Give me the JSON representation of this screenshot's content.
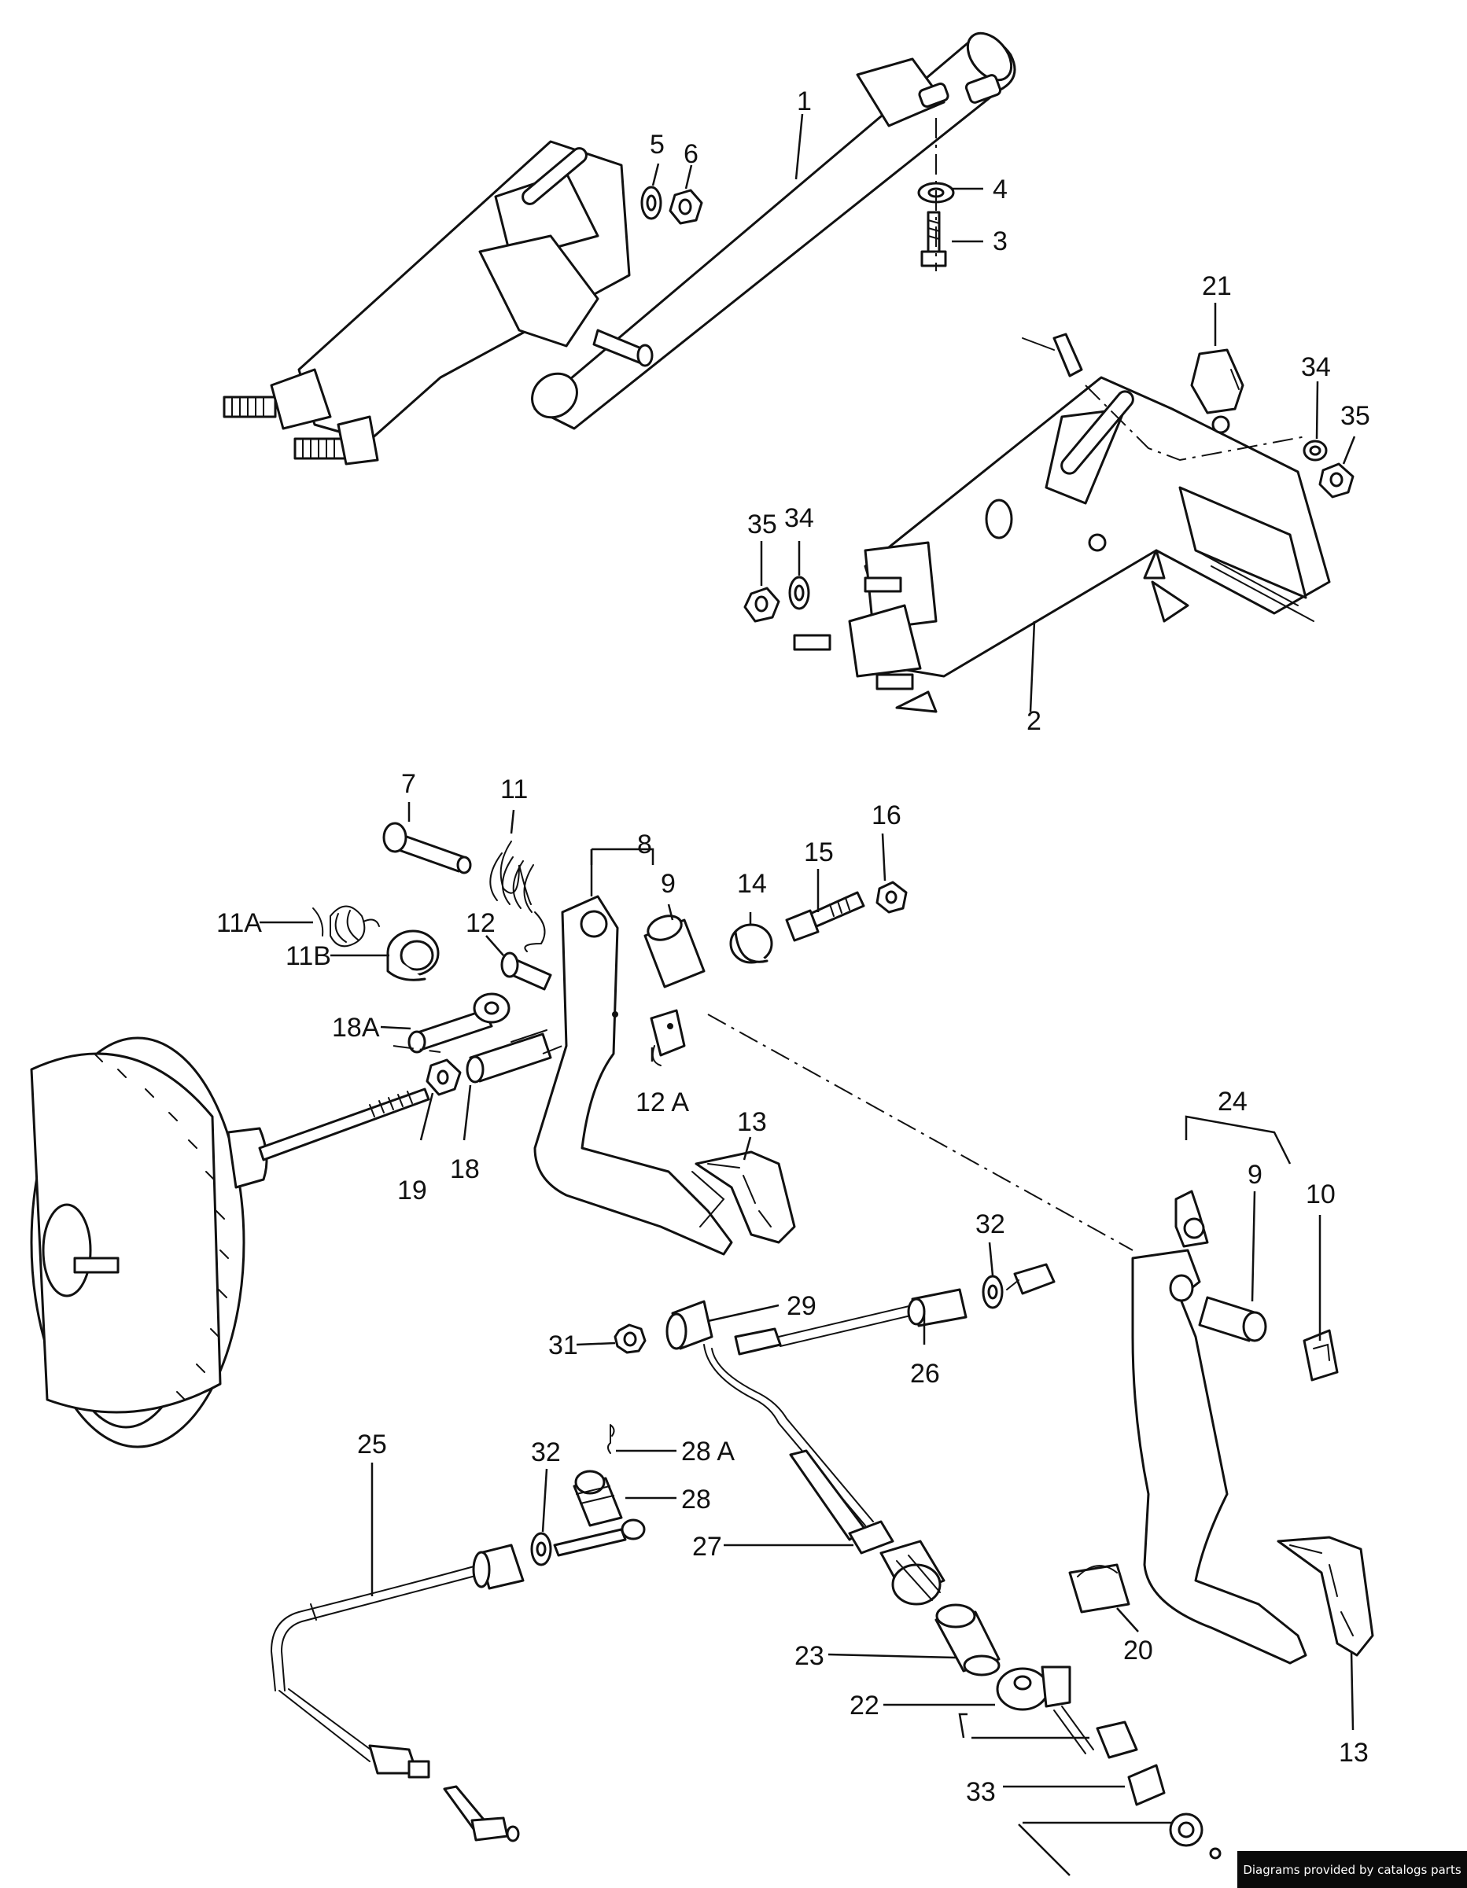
{
  "labels": {
    "p1": "1",
    "p2": "2",
    "p3": "3",
    "p4": "4",
    "p5": "5",
    "p6": "6",
    "p7": "7",
    "p8": "8",
    "p9a": "9",
    "p9b": "9",
    "p10": "10",
    "p11": "11",
    "p11a": "11A",
    "p11b": "11B",
    "p12": "12",
    "p12a": "12 A",
    "p13a": "13",
    "p13b": "13",
    "p14": "14",
    "p15": "15",
    "p16": "16",
    "p18": "18",
    "p18a": "18A",
    "p19": "19",
    "p20": "20",
    "p21": "21",
    "p22": "22",
    "p23": "23",
    "p24": "24",
    "p25": "25",
    "p26": "26",
    "p27": "27",
    "p28": "28",
    "p28a": "28 A",
    "p29": "29",
    "p31": "31",
    "p32a": "32",
    "p32b": "32",
    "p33": "33",
    "p34a": "34",
    "p34b": "34",
    "p35a": "35",
    "p35b": "35"
  },
  "credit": "Diagrams provided by catalogs parts",
  "colors": {
    "ink": "#111111",
    "paper": "#ffffff",
    "credit_bg": "#0a0a0a"
  }
}
